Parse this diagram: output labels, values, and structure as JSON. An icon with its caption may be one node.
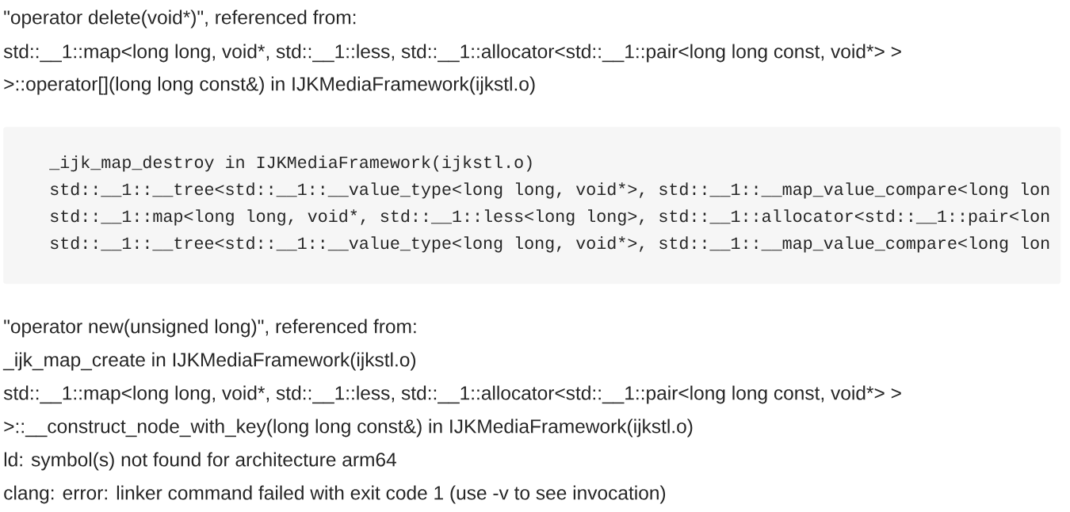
{
  "diagram": {
    "nodes": [
      {
        "text": [
          "_ijk_map_destroy in IJKMediaFramework(ijkstl.o)",
          "std::__1::__tree<std::__1::__value_type<long long, void*>, std::__1::__map_value_compare<long lon",
          "std::__1::map<long long, void*, std::__1::less<long long>, std::__1::allocator<std::__1::pair<lon",
          "std::__1::__tree<std::__1::__value_type<long long, void*>, std::__1::__map_value_compare<long lon"
        ]
      }
    ],
    "labels": [
      "\"operator delete(void*)\", referenced from:",
      "std::__1::map<long long, void*, std::__1::less, std::__1::allocator<std::__1::pair<long long const, void*> >",
      ">::operator[](long long const&) in IJKMediaFramework(ijkstl.o)",
      "\"operator new(unsigned long)\", referenced from:",
      "_ijk_map_create in IJKMediaFramework(ijkstl.o)",
      "std::__1::map<long long, void*, std::__1::less, std::__1::allocator<std::__1::pair<long long const, void*> >",
      ">::__construct_node_with_key(long long const&) in IJKMediaFramework(ijkstl.o)",
      "ld: symbol(s) not found for architecture arm64",
      "clang: error: linker command failed with exit code 1 (use -v to see invocation)"
    ]
  }
}
